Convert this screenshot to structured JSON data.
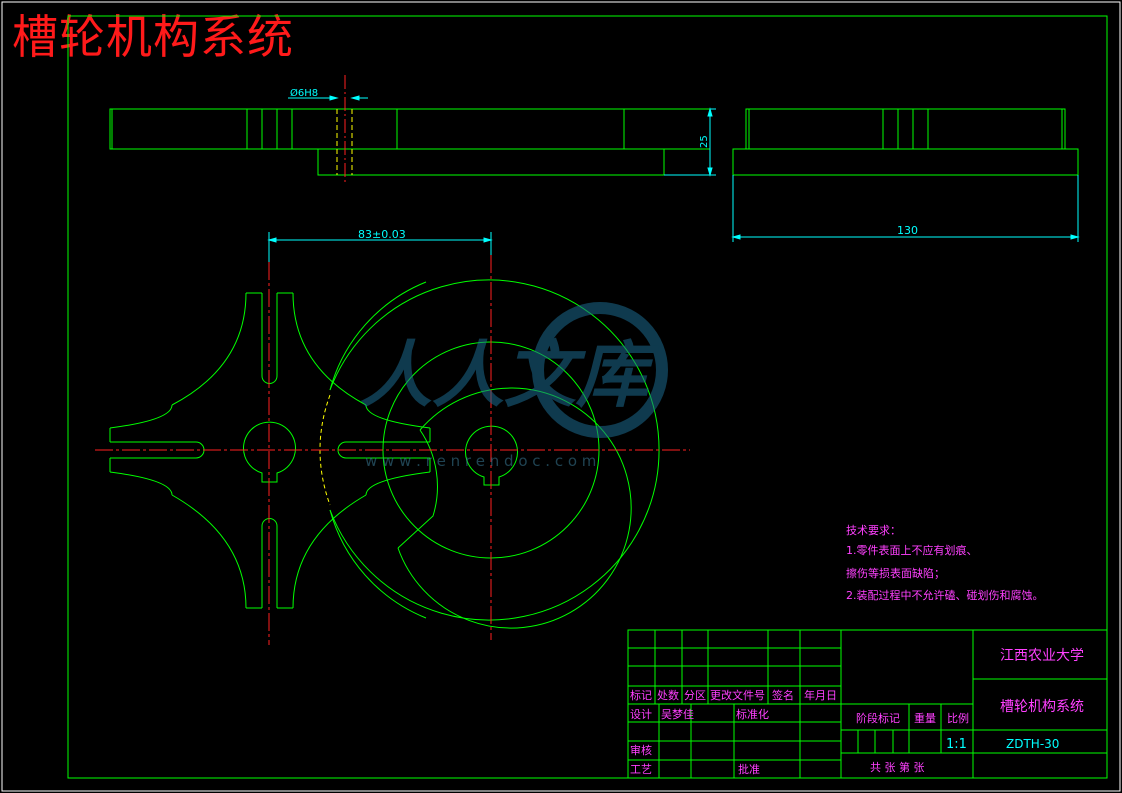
{
  "title": "槽轮机构系统",
  "dimensions": {
    "hole": "Ø6H8",
    "thickness": "25",
    "width": "130",
    "center_distance": "83±0.03"
  },
  "watermark": {
    "logo_text": "人人文库",
    "url": "w w w . r e n r e n d o c . c o m"
  },
  "tech_requirements": {
    "heading": "技术要求：",
    "lines": [
      "1.零件表面上不应有划痕、",
      "擦伤等损表面缺陷；",
      "2.装配过程中不允许磕、碰划伤和腐蚀。"
    ]
  },
  "title_block": {
    "headers": [
      "标记",
      "处数",
      "分区",
      "更改文件号",
      "签名",
      "年月日"
    ],
    "design_label": "设计",
    "designer": "吴梦佳",
    "standardize_label": "标准化",
    "review_label": "审核",
    "process_label": "工艺",
    "approve_label": "批准",
    "stage_label": "阶段标记",
    "weight_label": "重量",
    "scale_label": "比例",
    "scale_value": "1:1",
    "sheet_text": "共  张 第  张",
    "university": "江西农业大学",
    "drawing_name": "槽轮机构系统",
    "drawing_code": "ZDTH-30"
  },
  "colors": {
    "frame": "#00ff00",
    "centerline": "#ff2020",
    "dimension": "#00ffff",
    "annotation": "#ff40ff",
    "hidden": "#ffff00",
    "title": "#ff1a1a"
  }
}
